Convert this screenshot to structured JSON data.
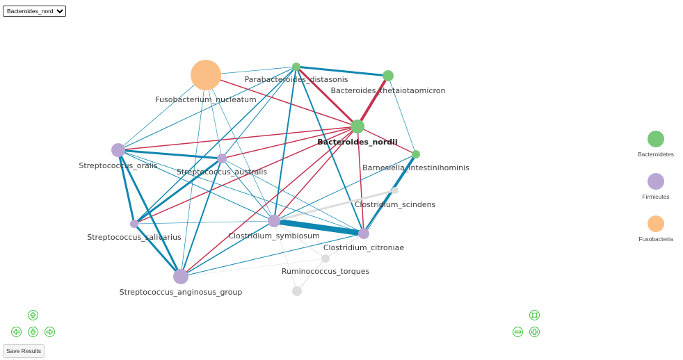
{
  "selector": {
    "selected": "Bacteroides_nordii"
  },
  "legend": [
    {
      "label": "Bacteroidetes",
      "color": "#78c87a"
    },
    {
      "label": "Firmicutes",
      "color": "#b9a6d2"
    },
    {
      "label": "Fusobacteria",
      "color": "#fbbf86"
    }
  ],
  "colors": {
    "positive": "#0f87b0",
    "negative": "#c6324f",
    "inactive": "#dddddd"
  },
  "nodes": [
    {
      "id": "fuso",
      "label": "Fusobacterium_nucleatum",
      "phylum": "Fusobacteria"
    },
    {
      "id": "para",
      "label": "Parabacteroides_distasonis",
      "phylum": "Bacteroidetes"
    },
    {
      "id": "btheta",
      "label": "Bacteroides_thetaiotaomicron",
      "phylum": "Bacteroidetes"
    },
    {
      "id": "bnord",
      "label": "Bacteroides_nordii",
      "phylum": "Bacteroidetes",
      "focus": true
    },
    {
      "id": "barn",
      "label": "Barnesiella_intestinihominis",
      "phylum": "Bacteroidetes"
    },
    {
      "id": "sor",
      "label": "Streptococcus_oralis",
      "phylum": "Firmicutes"
    },
    {
      "id": "saus",
      "label": "Streptococcus_australis",
      "phylum": "Firmicutes"
    },
    {
      "id": "ssal",
      "label": "Streptococcus_salivarius",
      "phylum": "Firmicutes"
    },
    {
      "id": "csym",
      "label": "Clostridium_symbiosum",
      "phylum": "Firmicutes"
    },
    {
      "id": "csci",
      "label": "Clostridium_scindens",
      "phylum": "inactive"
    },
    {
      "id": "ccit",
      "label": "Clostridium_citroniae",
      "phylum": "Firmicutes"
    },
    {
      "id": "rum",
      "label": "Ruminococcus_torques",
      "phylum": "inactive"
    },
    {
      "id": "sang",
      "label": "Streptococcus_anginosus_group",
      "phylum": "Firmicutes"
    },
    {
      "id": "ghost",
      "label": "",
      "phylum": "inactive"
    }
  ],
  "edges": [
    {
      "source": "bnord",
      "target": "btheta",
      "sign": "negative",
      "weight": 4
    },
    {
      "source": "bnord",
      "target": "para",
      "sign": "negative",
      "weight": 3
    },
    {
      "source": "bnord",
      "target": "fuso",
      "sign": "negative",
      "weight": 1.5
    },
    {
      "source": "bnord",
      "target": "sor",
      "sign": "negative",
      "weight": 1.5
    },
    {
      "source": "bnord",
      "target": "saus",
      "sign": "negative",
      "weight": 1.5
    },
    {
      "source": "bnord",
      "target": "ssal",
      "sign": "negative",
      "weight": 1.5
    },
    {
      "source": "bnord",
      "target": "csym",
      "sign": "negative",
      "weight": 1.5
    },
    {
      "source": "bnord",
      "target": "sang",
      "sign": "negative",
      "weight": 1.5
    },
    {
      "source": "bnord",
      "target": "ccit",
      "sign": "negative",
      "weight": 1.5
    },
    {
      "source": "bnord",
      "target": "barn",
      "sign": "negative",
      "weight": 1.5
    },
    {
      "source": "para",
      "target": "btheta",
      "sign": "positive",
      "weight": 3
    },
    {
      "source": "para",
      "target": "sor",
      "sign": "positive",
      "weight": 1
    },
    {
      "source": "para",
      "target": "saus",
      "sign": "positive",
      "weight": 1
    },
    {
      "source": "para",
      "target": "ssal",
      "sign": "positive",
      "weight": 1.5
    },
    {
      "source": "para",
      "target": "csym",
      "sign": "positive",
      "weight": 2
    },
    {
      "source": "para",
      "target": "ccit",
      "sign": "positive",
      "weight": 2
    },
    {
      "source": "para",
      "target": "fuso",
      "sign": "positive",
      "weight": 0.7
    },
    {
      "source": "btheta",
      "target": "barn",
      "sign": "positive",
      "weight": 0.7
    },
    {
      "source": "barn",
      "target": "ccit",
      "sign": "positive",
      "weight": 4
    },
    {
      "source": "barn",
      "target": "csym",
      "sign": "positive",
      "weight": 1
    },
    {
      "source": "csym",
      "target": "ccit",
      "sign": "positive",
      "weight": 8
    },
    {
      "source": "csym",
      "target": "csci",
      "sign": "inactive",
      "weight": 3
    },
    {
      "source": "sor",
      "target": "saus",
      "sign": "positive",
      "weight": 3
    },
    {
      "source": "sor",
      "target": "ssal",
      "sign": "positive",
      "weight": 3
    },
    {
      "source": "sor",
      "target": "sang",
      "sign": "positive",
      "weight": 3
    },
    {
      "source": "sor",
      "target": "csym",
      "sign": "positive",
      "weight": 1
    },
    {
      "source": "saus",
      "target": "ssal",
      "sign": "positive",
      "weight": 3
    },
    {
      "source": "saus",
      "target": "sang",
      "sign": "positive",
      "weight": 2
    },
    {
      "source": "saus",
      "target": "csym",
      "sign": "positive",
      "weight": 1
    },
    {
      "source": "saus",
      "target": "ccit",
      "sign": "positive",
      "weight": 0.7
    },
    {
      "source": "ssal",
      "target": "sang",
      "sign": "positive",
      "weight": 3
    },
    {
      "source": "ssal",
      "target": "csym",
      "sign": "positive",
      "weight": 0.6
    },
    {
      "source": "sang",
      "target": "csym",
      "sign": "positive",
      "weight": 1.5
    },
    {
      "source": "sang",
      "target": "ccit",
      "sign": "positive",
      "weight": 1
    },
    {
      "source": "sang",
      "target": "fuso",
      "sign": "positive",
      "weight": 0.7
    },
    {
      "source": "fuso",
      "target": "sor",
      "sign": "positive",
      "weight": 0.7
    },
    {
      "source": "fuso",
      "target": "saus",
      "sign": "positive",
      "weight": 0.6
    },
    {
      "source": "fuso",
      "target": "csym",
      "sign": "positive",
      "weight": 0.6
    },
    {
      "source": "sor",
      "target": "ccit",
      "sign": "positive",
      "weight": 0.8
    },
    {
      "source": "ccit",
      "target": "rum",
      "sign": "inactive",
      "weight": 1
    },
    {
      "source": "ccit",
      "target": "csci",
      "sign": "inactive",
      "weight": 1
    },
    {
      "source": "csym",
      "target": "rum",
      "sign": "inactive",
      "weight": 0.8
    },
    {
      "source": "rum",
      "target": "ghost",
      "sign": "inactive",
      "weight": 1
    },
    {
      "source": "csym",
      "target": "ghost",
      "sign": "inactive",
      "weight": 0.8
    },
    {
      "source": "sang",
      "target": "rum",
      "sign": "inactive",
      "weight": 0.6
    }
  ],
  "controls": {
    "up": "arrow-up-icon",
    "left": "arrow-left-icon",
    "down": "arrow-down-icon",
    "right": "arrow-right-icon",
    "fit": "zoom-extents-icon",
    "zoom_out": "zoom-out-icon",
    "zoom_in": "zoom-in-icon",
    "save_label": "Save Results"
  }
}
